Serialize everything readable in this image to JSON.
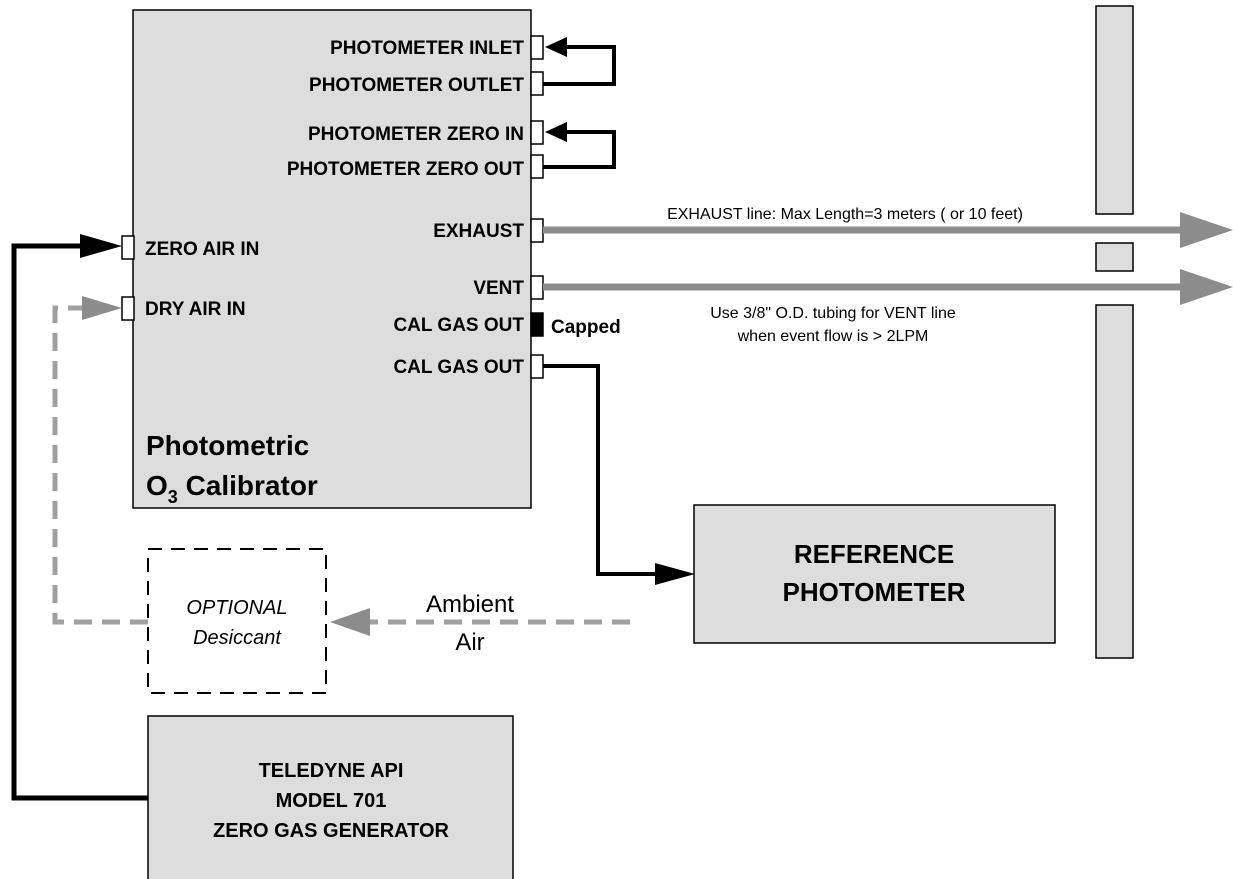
{
  "colors": {
    "box_fill": "#dddddd",
    "line_black": "#000000",
    "line_gray": "#8c8c8c",
    "dashed_gray": "#a0a0a0"
  },
  "calibrator": {
    "title_line1": "Photometric",
    "title_line2_prefix": "O",
    "title_line2_subscript": "3",
    "title_line2_suffix": " Calibrator",
    "ports_right": {
      "photometer_inlet": "PHOTOMETER INLET",
      "photometer_outlet": "PHOTOMETER OUTLET",
      "photometer_zero_in": "PHOTOMETER ZERO IN",
      "photometer_zero_out": "PHOTOMETER ZERO OUT",
      "exhaust": "EXHAUST",
      "vent": "VENT",
      "cal_gas_out_capped": "CAL GAS OUT",
      "cal_gas_out": "CAL GAS OUT"
    },
    "ports_left": {
      "zero_air_in": "ZERO AIR IN",
      "dry_air_in": "DRY AIR IN"
    },
    "capped_label": "Capped"
  },
  "notes": {
    "exhaust_line": "EXHAUST line: Max Length=3 meters ( or 10 feet)",
    "vent_line_1": "Use 3/8\" O.D. tubing for VENT line",
    "vent_line_2": "when event flow is > 2LPM"
  },
  "reference_photometer": {
    "line1": "REFERENCE",
    "line2": "PHOTOMETER"
  },
  "desiccant": {
    "line1": "OPTIONAL",
    "line2": "Desiccant"
  },
  "ambient_air": {
    "line1": "Ambient",
    "line2": "Air"
  },
  "zero_gas_generator": {
    "line1": "TELEDYNE API",
    "line2": "MODEL 701",
    "line3": "ZERO GAS GENERATOR"
  }
}
